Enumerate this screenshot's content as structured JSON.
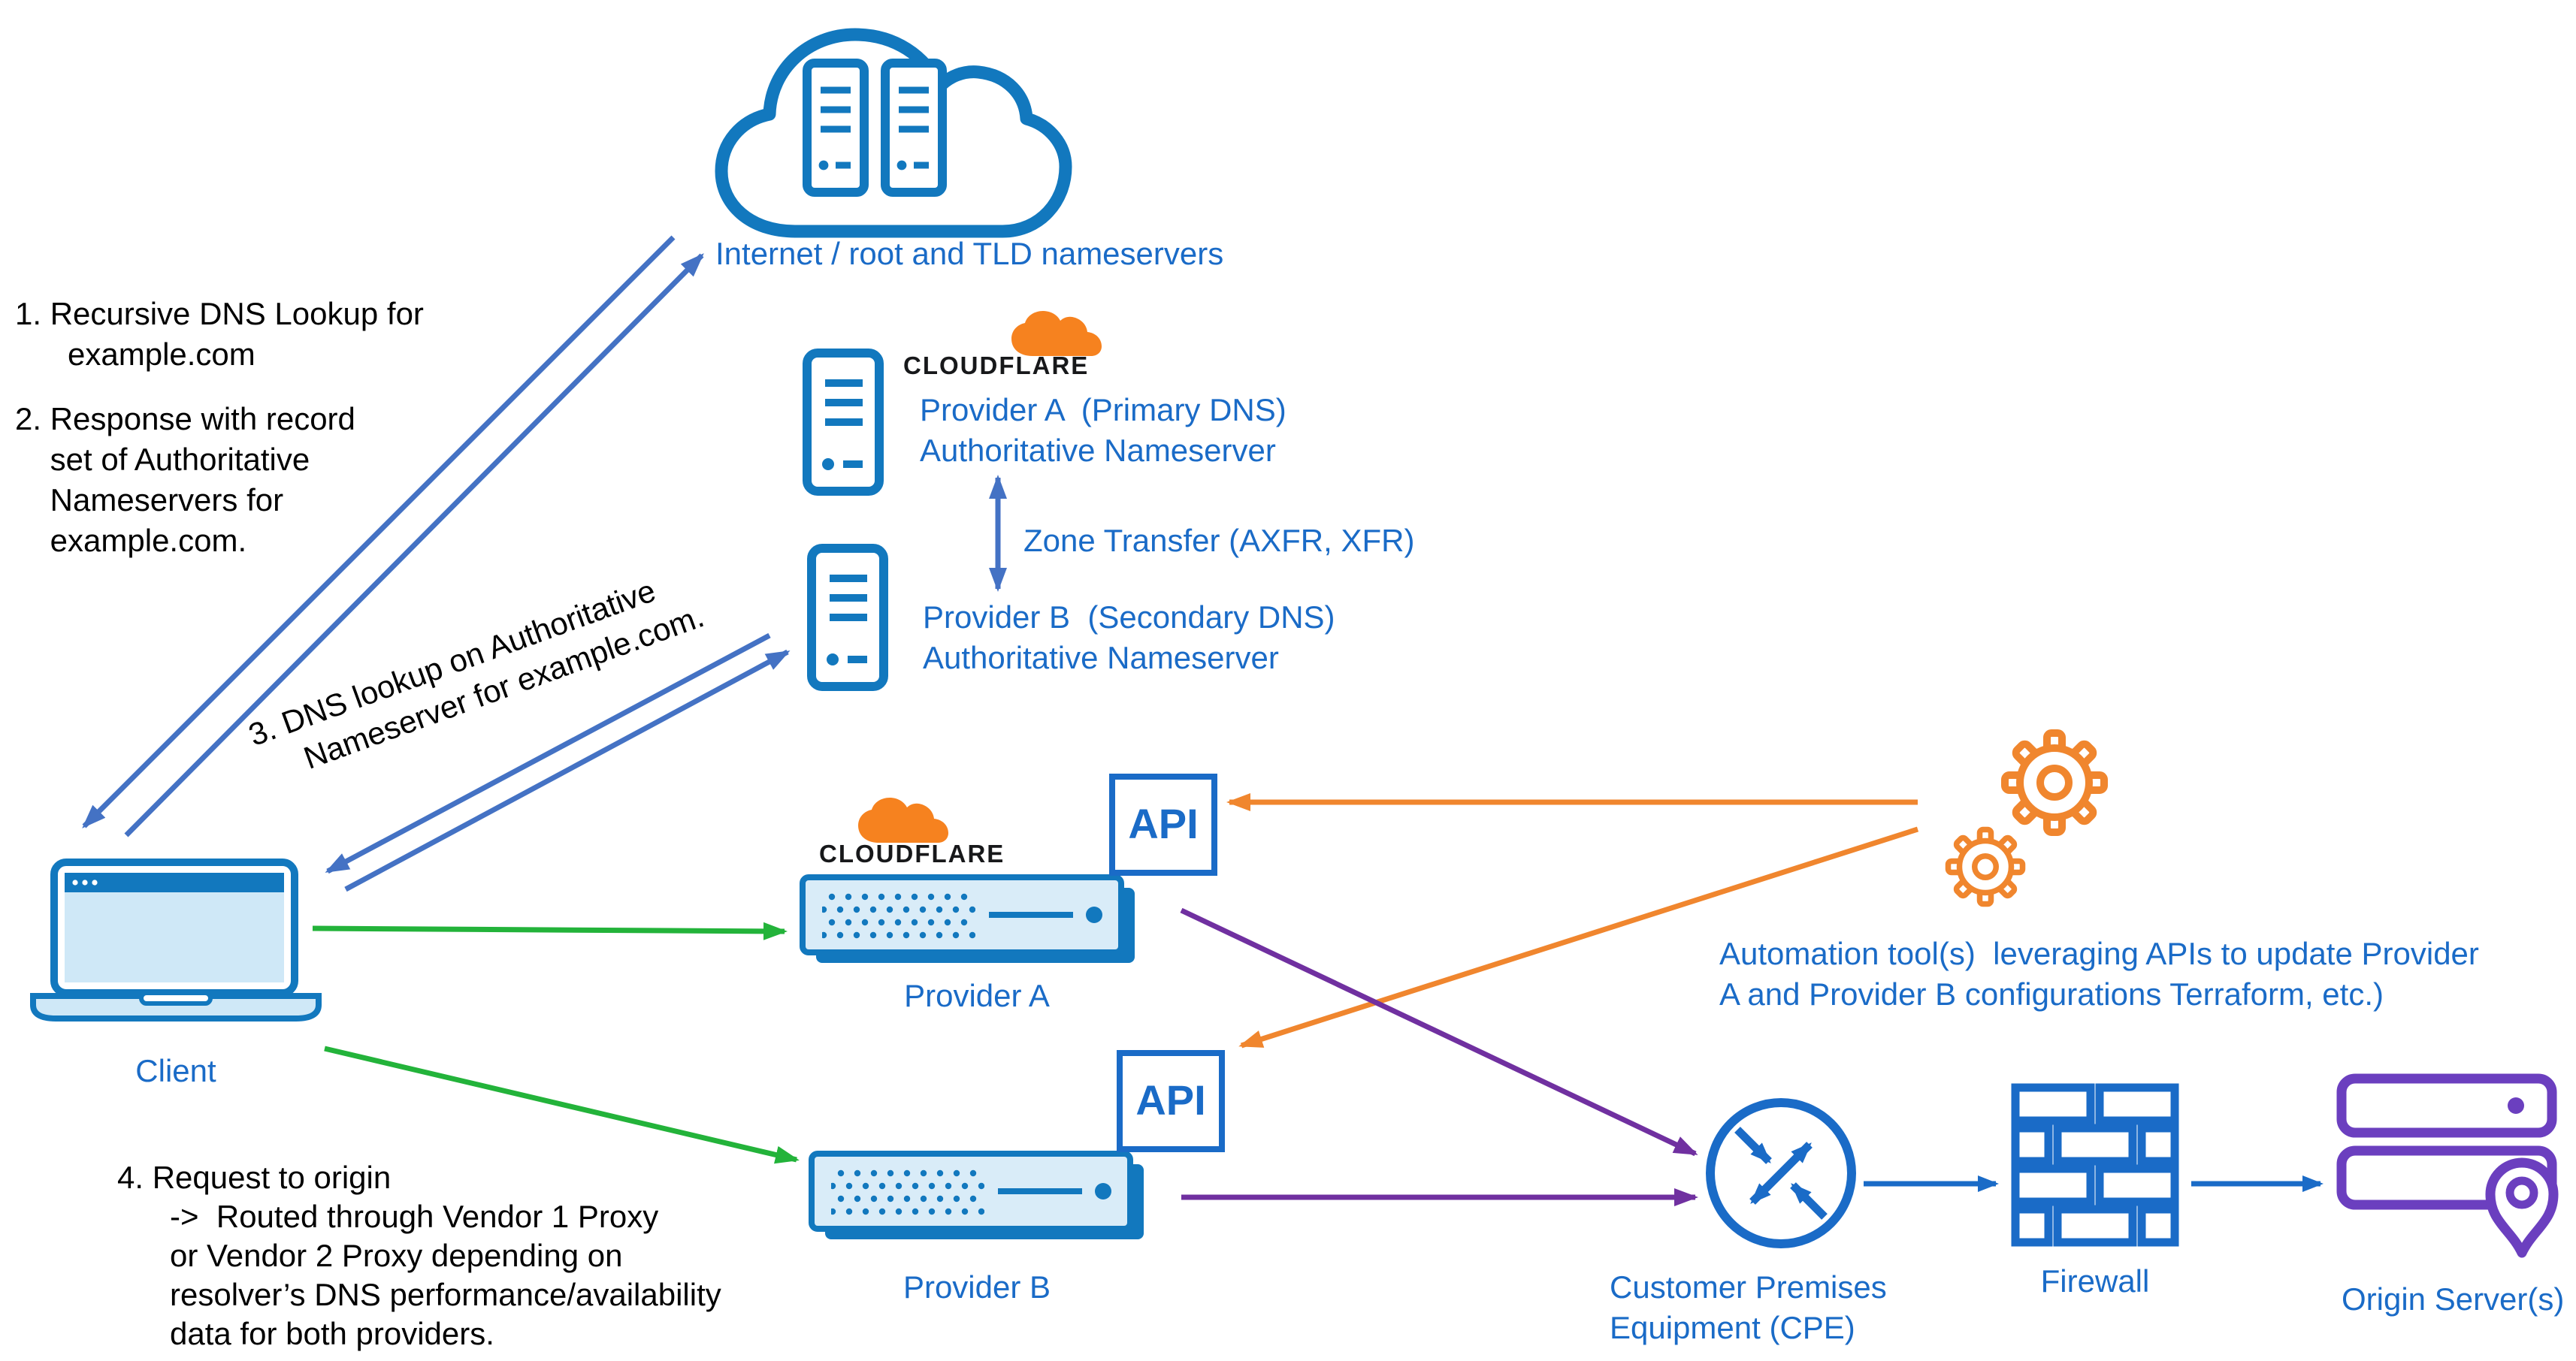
{
  "colors": {
    "icon_blue": "#1278be",
    "label_blue": "#1a6bc7",
    "arrow_blue": "#4472c4",
    "green": "#23b33a",
    "orange": "#f0862e",
    "cloudflare_orange": "#f6821f",
    "purple": "#7030a0",
    "origin_purple": "#6b3fbf"
  },
  "annotations": {
    "step1": "1. Recursive DNS Lookup for\n      example.com",
    "step2": "2. Response with record\n    set of Authoritative\n    Nameservers for\n    example.com.",
    "step3": "3. DNS lookup on Authoritative\n     Nameserver for example.com.",
    "step4": "4. Request to origin\n      ->  Routed through Vendor 1 Proxy\n      or Vendor 2 Proxy depending on\n      resolver’s DNS performance/availability\n      data for both providers."
  },
  "internet": {
    "label": "Internet / root and TLD nameservers"
  },
  "cloudflare": {
    "wordmark": "CLOUDFLARE"
  },
  "provider_a_ns": {
    "label": "Provider A  (Primary DNS)\nAuthoritative Nameserver"
  },
  "provider_b_ns": {
    "label": "Provider B  (Secondary DNS)\nAuthoritative Nameserver"
  },
  "zone_transfer": {
    "label": "Zone Transfer (AXFR, XFR)"
  },
  "client": {
    "label": "Client"
  },
  "proxy_a": {
    "label": "Provider A",
    "api_label": "API"
  },
  "proxy_b": {
    "label": "Provider B",
    "api_label": "API"
  },
  "automation": {
    "label": "Automation tool(s)  leveraging APIs to update Provider\nA and Provider B configurations Terraform, etc.)"
  },
  "cpe": {
    "label": "Customer Premises\nEquipment (CPE)"
  },
  "firewall": {
    "label": "Firewall"
  },
  "origin": {
    "label": "Origin Server(s)"
  }
}
